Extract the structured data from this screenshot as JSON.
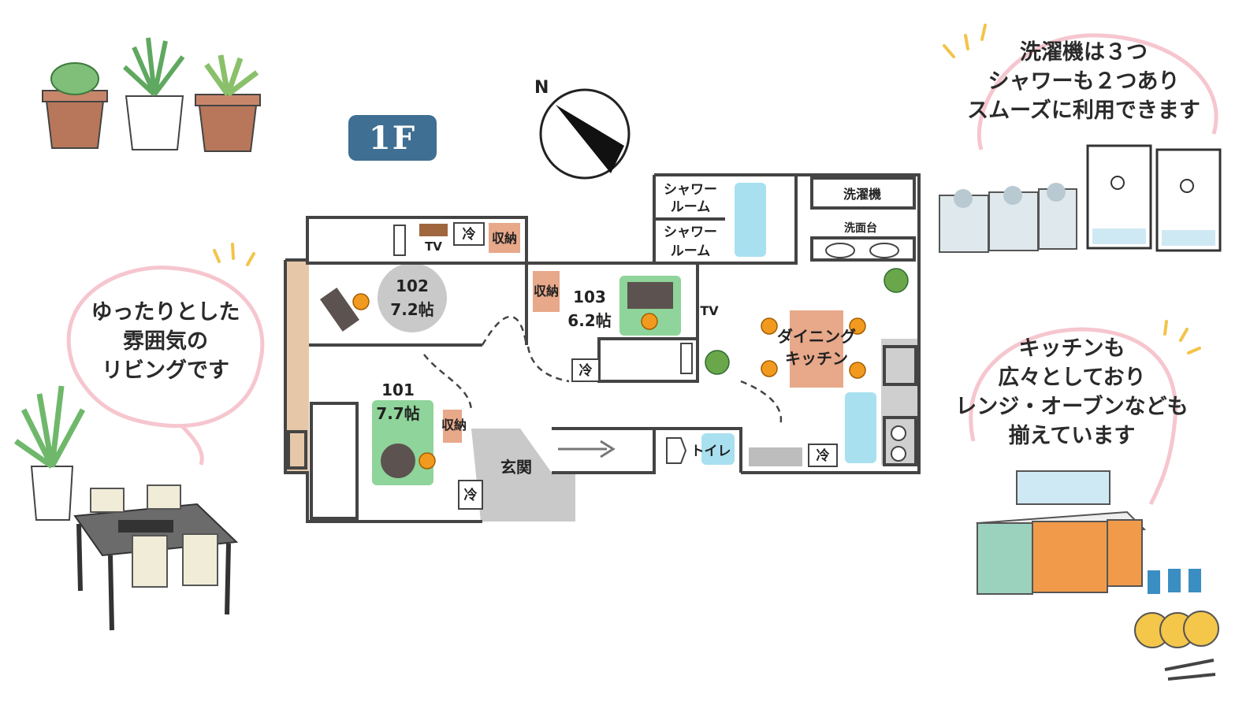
{
  "floor_label": "1F",
  "compass": {
    "north": "N"
  },
  "rooms": {
    "r102": {
      "number": "102",
      "size": "7.2帖"
    },
    "r103": {
      "number": "103",
      "size": "6.2帖"
    },
    "r101": {
      "number": "101",
      "size": "7.7帖"
    }
  },
  "labels": {
    "tv1": "TV",
    "fridge1": "冷",
    "storage1": "収納",
    "storage2": "収納",
    "tv2": "TV",
    "fridge2": "冷",
    "storage3": "収納",
    "fridge3": "冷",
    "entrance": "玄関",
    "shower1_a": "シャワー",
    "shower1_b": "ルーム",
    "shower2_a": "シャワー",
    "shower2_b": "ルーム",
    "washer": "洗濯機",
    "washbasin": "洗面台",
    "dining_a": "ダイニング",
    "dining_b": "キッチン",
    "toilet": "トイレ",
    "fridge4": "冷"
  },
  "callouts": {
    "living": [
      "ゆったりとした",
      "雰囲気の",
      "リビングです"
    ],
    "laundry": [
      "洗濯機は３つ",
      "シャワーも２つあり",
      "スムーズに利用できます"
    ],
    "kitchen": [
      "キッチンも",
      "広々としており",
      "レンジ・オーブンなども",
      "揃えています"
    ]
  },
  "colors": {
    "badge": "#3f6f92",
    "wall": "#444444",
    "room_green": "#8fd49a",
    "room_tan": "#e8a88a",
    "water_blue": "#a8e0ef",
    "rug_gray": "#c9c9c9",
    "chair_orange": "#f29a1f",
    "pink_bubble": "#f6c6cf"
  }
}
